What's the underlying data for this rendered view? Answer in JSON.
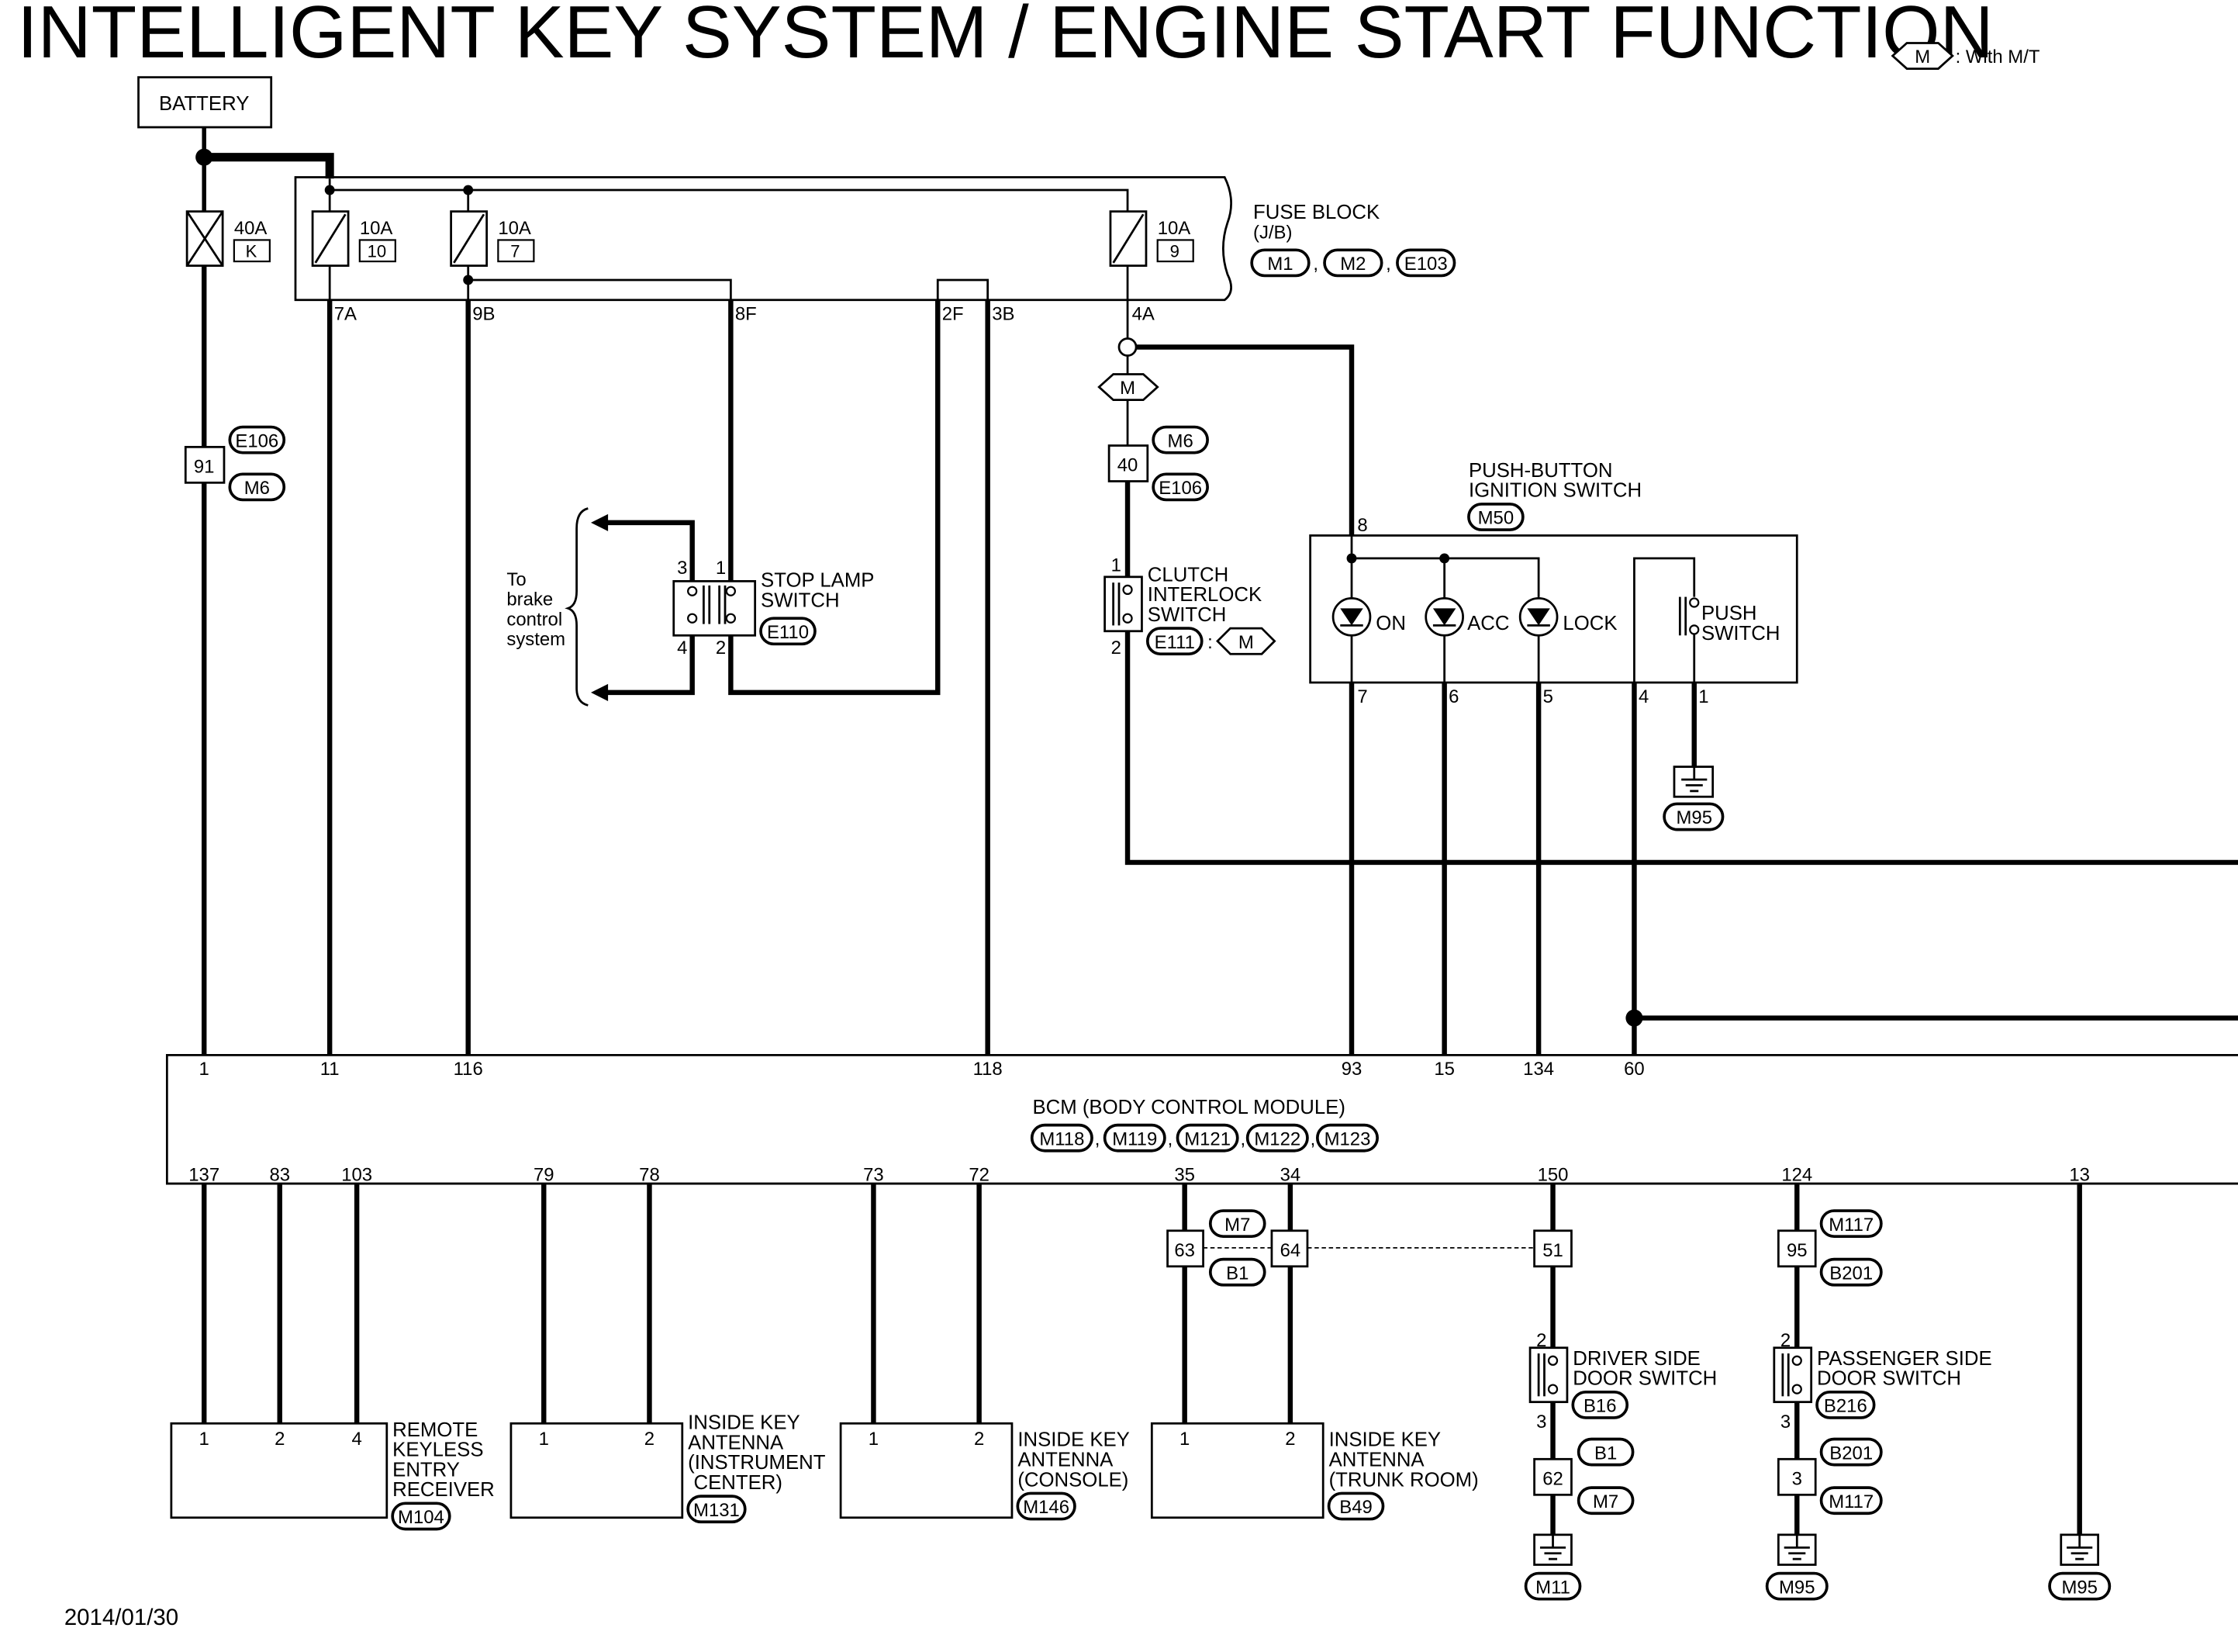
{
  "title": "INTELLIGENT KEY SYSTEM / ENGINE START FUNCTION",
  "date": "2014/01/30",
  "legend": {
    "symbol": "M",
    "text": ": With M/T"
  },
  "battery": "BATTERY",
  "fuse_block": {
    "label": "FUSE BLOCK",
    "sub": "(J/B)",
    "connectors": [
      "M1",
      "M2",
      "E103"
    ],
    "fuses": [
      {
        "rating": "40A",
        "number": "K"
      },
      {
        "rating": "10A",
        "number": "10"
      },
      {
        "rating": "10A",
        "number": "7"
      },
      {
        "rating": "10A",
        "number": "9"
      }
    ],
    "terminals": [
      "7A",
      "9B",
      "8F",
      "2F",
      "3B",
      "4A"
    ]
  },
  "connectors": {
    "left_jc": {
      "pin": "91",
      "top": "E106",
      "bottom": "M6"
    },
    "mid_jc": {
      "pin": "40",
      "top": "M6",
      "bottom": "E106"
    },
    "m_tag": "M"
  },
  "stop_lamp": {
    "lines": [
      "STOP LAMP",
      "SWITCH"
    ],
    "connector": "E110",
    "pins": [
      "3",
      "1",
      "4",
      "2"
    ],
    "to_brake": [
      "To",
      "brake",
      "control",
      "system"
    ]
  },
  "clutch": {
    "lines": [
      "CLUTCH",
      "INTERLOCK",
      "SWITCH"
    ],
    "connector": "E111",
    "tag": "M",
    "pins": [
      "1",
      "2"
    ]
  },
  "push_button": {
    "lines": [
      "PUSH-BUTTON",
      "IGNITION SWITCH"
    ],
    "connector": "M50",
    "in_pin": "8",
    "leds": [
      "ON",
      "ACC",
      "LOCK"
    ],
    "switch": [
      "PUSH",
      "SWITCH"
    ],
    "out_pins": [
      "7",
      "6",
      "5",
      "4",
      "1"
    ],
    "ground": "M95"
  },
  "bcm": {
    "label": "BCM (BODY CONTROL MODULE)",
    "connectors": [
      "M118",
      "M119",
      "M121",
      "M122",
      "M123"
    ],
    "top_pins": [
      "1",
      "11",
      "116",
      "118",
      "93",
      "15",
      "134",
      "60"
    ],
    "bottom_pins": [
      "137",
      "83",
      "103",
      "79",
      "78",
      "73",
      "72",
      "35",
      "34",
      "150",
      "124",
      "13"
    ]
  },
  "jc_row": {
    "p63": "63",
    "p64": "64",
    "tag_top": "M7",
    "tag_bottom": "B1",
    "p51": "51",
    "p95": "95",
    "p95_top": "M117",
    "p95_bottom": "B201"
  },
  "devices": {
    "rke": {
      "lines": [
        "REMOTE",
        "KEYLESS",
        "ENTRY",
        "RECEIVER"
      ],
      "connector": "M104",
      "pins": [
        "1",
        "2",
        "4"
      ]
    },
    "ant_inst": {
      "lines": [
        "INSIDE KEY",
        "ANTENNA",
        "(INSTRUMENT",
        "CENTER)"
      ],
      "connector": "M131",
      "pins": [
        "1",
        "2"
      ]
    },
    "ant_console": {
      "lines": [
        "INSIDE KEY",
        "ANTENNA",
        "(CONSOLE)"
      ],
      "connector": "M146",
      "pins": [
        "1",
        "2"
      ]
    },
    "ant_trunk": {
      "lines": [
        "INSIDE KEY",
        "ANTENNA",
        "(TRUNK ROOM)"
      ],
      "connector": "B49",
      "pins": [
        "1",
        "2"
      ]
    },
    "driver_door": {
      "lines": [
        "DRIVER SIDE",
        "DOOR SWITCH"
      ],
      "connector": "B16",
      "pins": [
        "2",
        "3"
      ],
      "jc_pin": "62",
      "jc_top": "B1",
      "jc_bottom": "M7",
      "ground": "M11"
    },
    "pass_door": {
      "lines": [
        "PASSENGER SIDE",
        "DOOR SWITCH"
      ],
      "connector": "B216",
      "pins": [
        "2",
        "3"
      ],
      "jc_pin": "3",
      "jc_top": "B201",
      "jc_bottom": "M117",
      "ground": "M95"
    },
    "ground_13": "M95"
  }
}
